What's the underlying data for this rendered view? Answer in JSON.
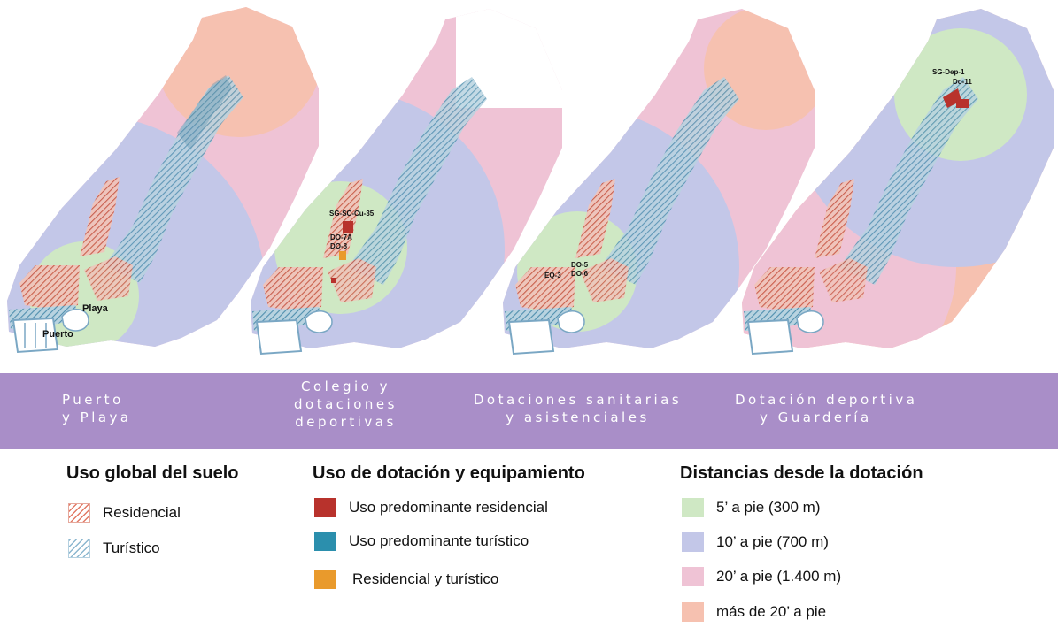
{
  "maps": [
    {
      "id": "puerto-playa",
      "labels": [
        "Playa",
        "Puerto"
      ]
    },
    {
      "id": "colegio",
      "labels": [
        "SG-SC-Cu-35",
        "DO-7A",
        "DO-8"
      ]
    },
    {
      "id": "sanitarias",
      "labels": [
        "EQ-3",
        "DO-5",
        "DO-6"
      ]
    },
    {
      "id": "deportiva",
      "labels": [
        "SG-Dep-1",
        "Do-11"
      ]
    }
  ],
  "band": {
    "labels": [
      {
        "lines": [
          "Puerto",
          "y Playa"
        ]
      },
      {
        "lines": [
          "Colegio y",
          "dotaciones",
          "deportivas"
        ]
      },
      {
        "lines": [
          "Dotaciones sanitarias",
          "y asistenciales"
        ]
      },
      {
        "lines": [
          "Dotación deportiva",
          "y Guardería"
        ]
      }
    ]
  },
  "legend": {
    "uso_global": {
      "title": "Uso global del suelo",
      "items": [
        {
          "label": "Residencial",
          "pattern": "hatch",
          "color": "#e27a66"
        },
        {
          "label": "Turístico",
          "pattern": "hatch",
          "color": "#8cb7cf"
        }
      ]
    },
    "uso_dotacion": {
      "title": "Uso de dotación y equipamiento",
      "items": [
        {
          "label": "Uso predominante residencial",
          "color": "#b8322c"
        },
        {
          "label": "Uso predominante turístico",
          "color": "#2b8fad"
        },
        {
          "label": "Residencial y turístico",
          "color": "#e99a2c"
        }
      ]
    },
    "distancias": {
      "title": "Distancias desde la dotación",
      "items": [
        {
          "label": "5’ a pie (300 m)",
          "color": "#cfe8c4"
        },
        {
          "label": "10’ a pie (700 m)",
          "color": "#c3c7e8"
        },
        {
          "label": "20’ a pie (1.400 m)",
          "color": "#efc3d5"
        },
        {
          "label": "más de 20’ a pie",
          "color": "#f6c1b0"
        }
      ]
    }
  }
}
